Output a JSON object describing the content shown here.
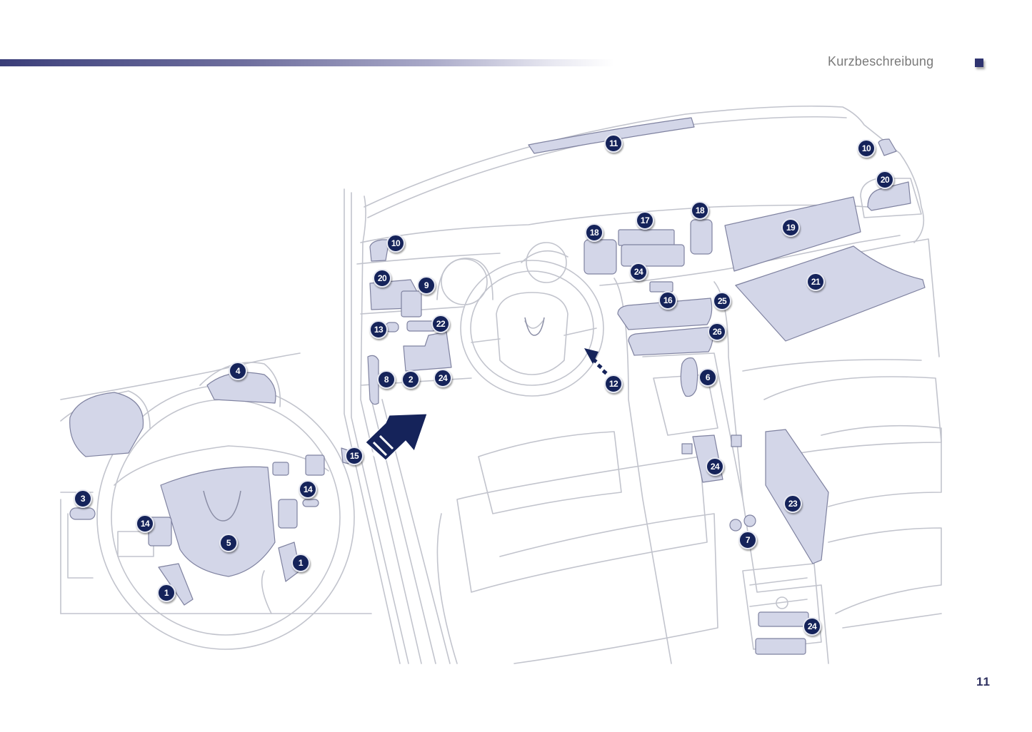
{
  "header": {
    "section_title": "Kurzbeschreibung",
    "accent_color": "#2f3470"
  },
  "footer": {
    "page_number": "11"
  },
  "diagram": {
    "subject": "vehicle interior overview (dashboard, steering wheel, centre console)",
    "fill_color": "#d3d6e8",
    "line_color": "#b9bbc6",
    "callout_color": "#15235a",
    "callouts": [
      {
        "id": "c11",
        "label": "11"
      },
      {
        "id": "c10a",
        "label": "10"
      },
      {
        "id": "c10b",
        "label": "10"
      },
      {
        "id": "c20a",
        "label": "20"
      },
      {
        "id": "c20b",
        "label": "20"
      },
      {
        "id": "c9",
        "label": "9"
      },
      {
        "id": "c13",
        "label": "13"
      },
      {
        "id": "c22",
        "label": "22"
      },
      {
        "id": "c8",
        "label": "8"
      },
      {
        "id": "c2",
        "label": "2"
      },
      {
        "id": "c24a",
        "label": "24"
      },
      {
        "id": "c18a",
        "label": "18"
      },
      {
        "id": "c17",
        "label": "17"
      },
      {
        "id": "c18b",
        "label": "18"
      },
      {
        "id": "c24b",
        "label": "24"
      },
      {
        "id": "c19",
        "label": "19"
      },
      {
        "id": "c21",
        "label": "21"
      },
      {
        "id": "c16",
        "label": "16"
      },
      {
        "id": "c25",
        "label": "25"
      },
      {
        "id": "c26",
        "label": "26"
      },
      {
        "id": "c12",
        "label": "12"
      },
      {
        "id": "c6",
        "label": "6"
      },
      {
        "id": "c24c",
        "label": "24"
      },
      {
        "id": "c23",
        "label": "23"
      },
      {
        "id": "c7",
        "label": "7"
      },
      {
        "id": "c24d",
        "label": "24"
      },
      {
        "id": "c4",
        "label": "4"
      },
      {
        "id": "c15",
        "label": "15"
      },
      {
        "id": "c3",
        "label": "3"
      },
      {
        "id": "c14a",
        "label": "14"
      },
      {
        "id": "c14b",
        "label": "14"
      },
      {
        "id": "c5",
        "label": "5"
      },
      {
        "id": "c1a",
        "label": "1"
      },
      {
        "id": "c1b",
        "label": "1"
      }
    ]
  }
}
